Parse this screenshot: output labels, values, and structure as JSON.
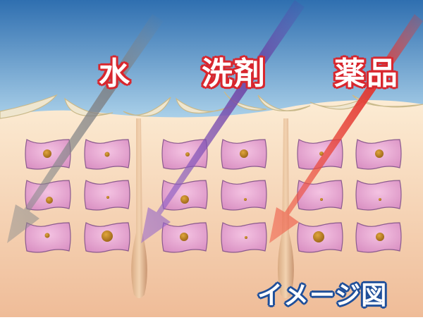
{
  "labels": {
    "water": "水",
    "detergent": "洗剤",
    "chemicals": "薬品"
  },
  "caption": "イメージ図",
  "colors": {
    "sky_top": "#2f6fb0",
    "sky_bottom": "#b9def2",
    "skin_top": "#fbe8cf",
    "skin_bottom": "#f0bf9c",
    "cell_fill": "#e7a3d0",
    "cell_stroke": "#8a5a8e",
    "nucleus": "#b77d24",
    "scale": "#efe6cf",
    "arrow_water": "#7d7f83",
    "arrow_detergent": "#6a3fa0",
    "arrow_chemicals": "#e2342f",
    "label_outline": "#d8272e",
    "caption_outline": "#1f4f9a"
  }
}
